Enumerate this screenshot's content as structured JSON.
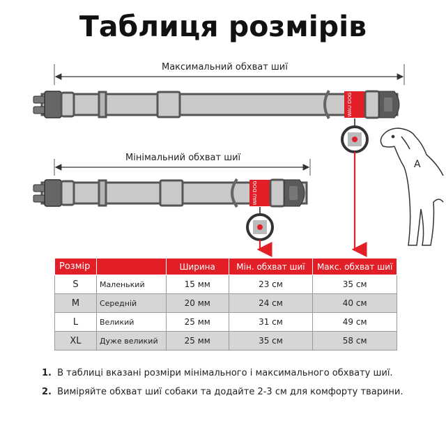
{
  "title": "Таблиця розмірів",
  "labels": {
    "max_girth": "Максимальний обхват шиї",
    "min_girth": "Мінімальний обхват шиї",
    "dog_point": "A",
    "tag_text_1": "WAU",
    "tag_text_2": "DOG"
  },
  "table": {
    "headers": [
      "Розмір",
      "",
      "Ширина",
      "Мін. обхват шиї",
      "Макс. обхват шиї"
    ],
    "rows": [
      {
        "size": "S",
        "name": "Маленький",
        "width": "15 мм",
        "min": "23 см",
        "max": "35 см"
      },
      {
        "size": "M",
        "name": "Середній",
        "width": "20 мм",
        "min": "24 см",
        "max": "40 см"
      },
      {
        "size": "L",
        "name": "Великий",
        "width": "25 мм",
        "min": "31 см",
        "max": "49 см"
      },
      {
        "size": "XL",
        "name": "Дуже великий",
        "width": "25 мм",
        "min": "35 см",
        "max": "58 см"
      }
    ]
  },
  "notes": [
    {
      "num": "1.",
      "text": "В таблиці вказані розміри мінімального і максимального обхвату шиї."
    },
    {
      "num": "2.",
      "text": "Виміряйте обхват шиї собаки та додайте 2-3 см для комфорту тварини."
    }
  ],
  "colors": {
    "accent": "#e21e26",
    "strap": "#c9c9c9",
    "hardware": "#555555"
  }
}
